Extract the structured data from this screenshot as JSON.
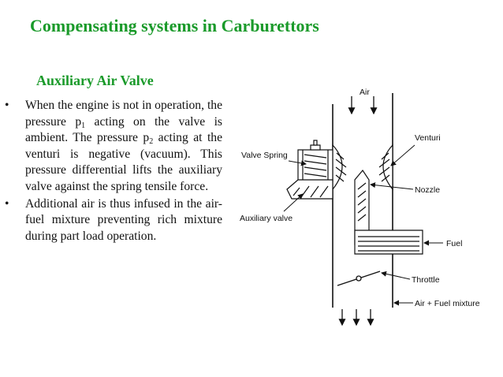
{
  "slide": {
    "title": "Compensating systems in Carburettors",
    "subtitle": "Auxiliary Air Valve"
  },
  "bullets": [
    {
      "bullet": "•",
      "parts": [
        "When the engine is not in operation, the pressure p",
        "1",
        " acting on the valve is ambient. The pressure p",
        "2",
        " acting at the venturi is negative (vacuum). This pressure differential lifts the auxiliary valve against the spring tensile force."
      ]
    },
    {
      "bullet": "•",
      "text": "Additional air is thus infused in the air-fuel mixture preventing rich mixture during part load operation."
    }
  ],
  "diagram": {
    "labels": {
      "air": "Air",
      "venturi": "Venturi",
      "valve_spring": "Valve Spring",
      "nozzle": "Nozzle",
      "auxiliary_valve": "Auxiliary valve",
      "fuel": "Fuel",
      "throttle": "Throttle",
      "mixture": "Air + Fuel mixture"
    }
  }
}
